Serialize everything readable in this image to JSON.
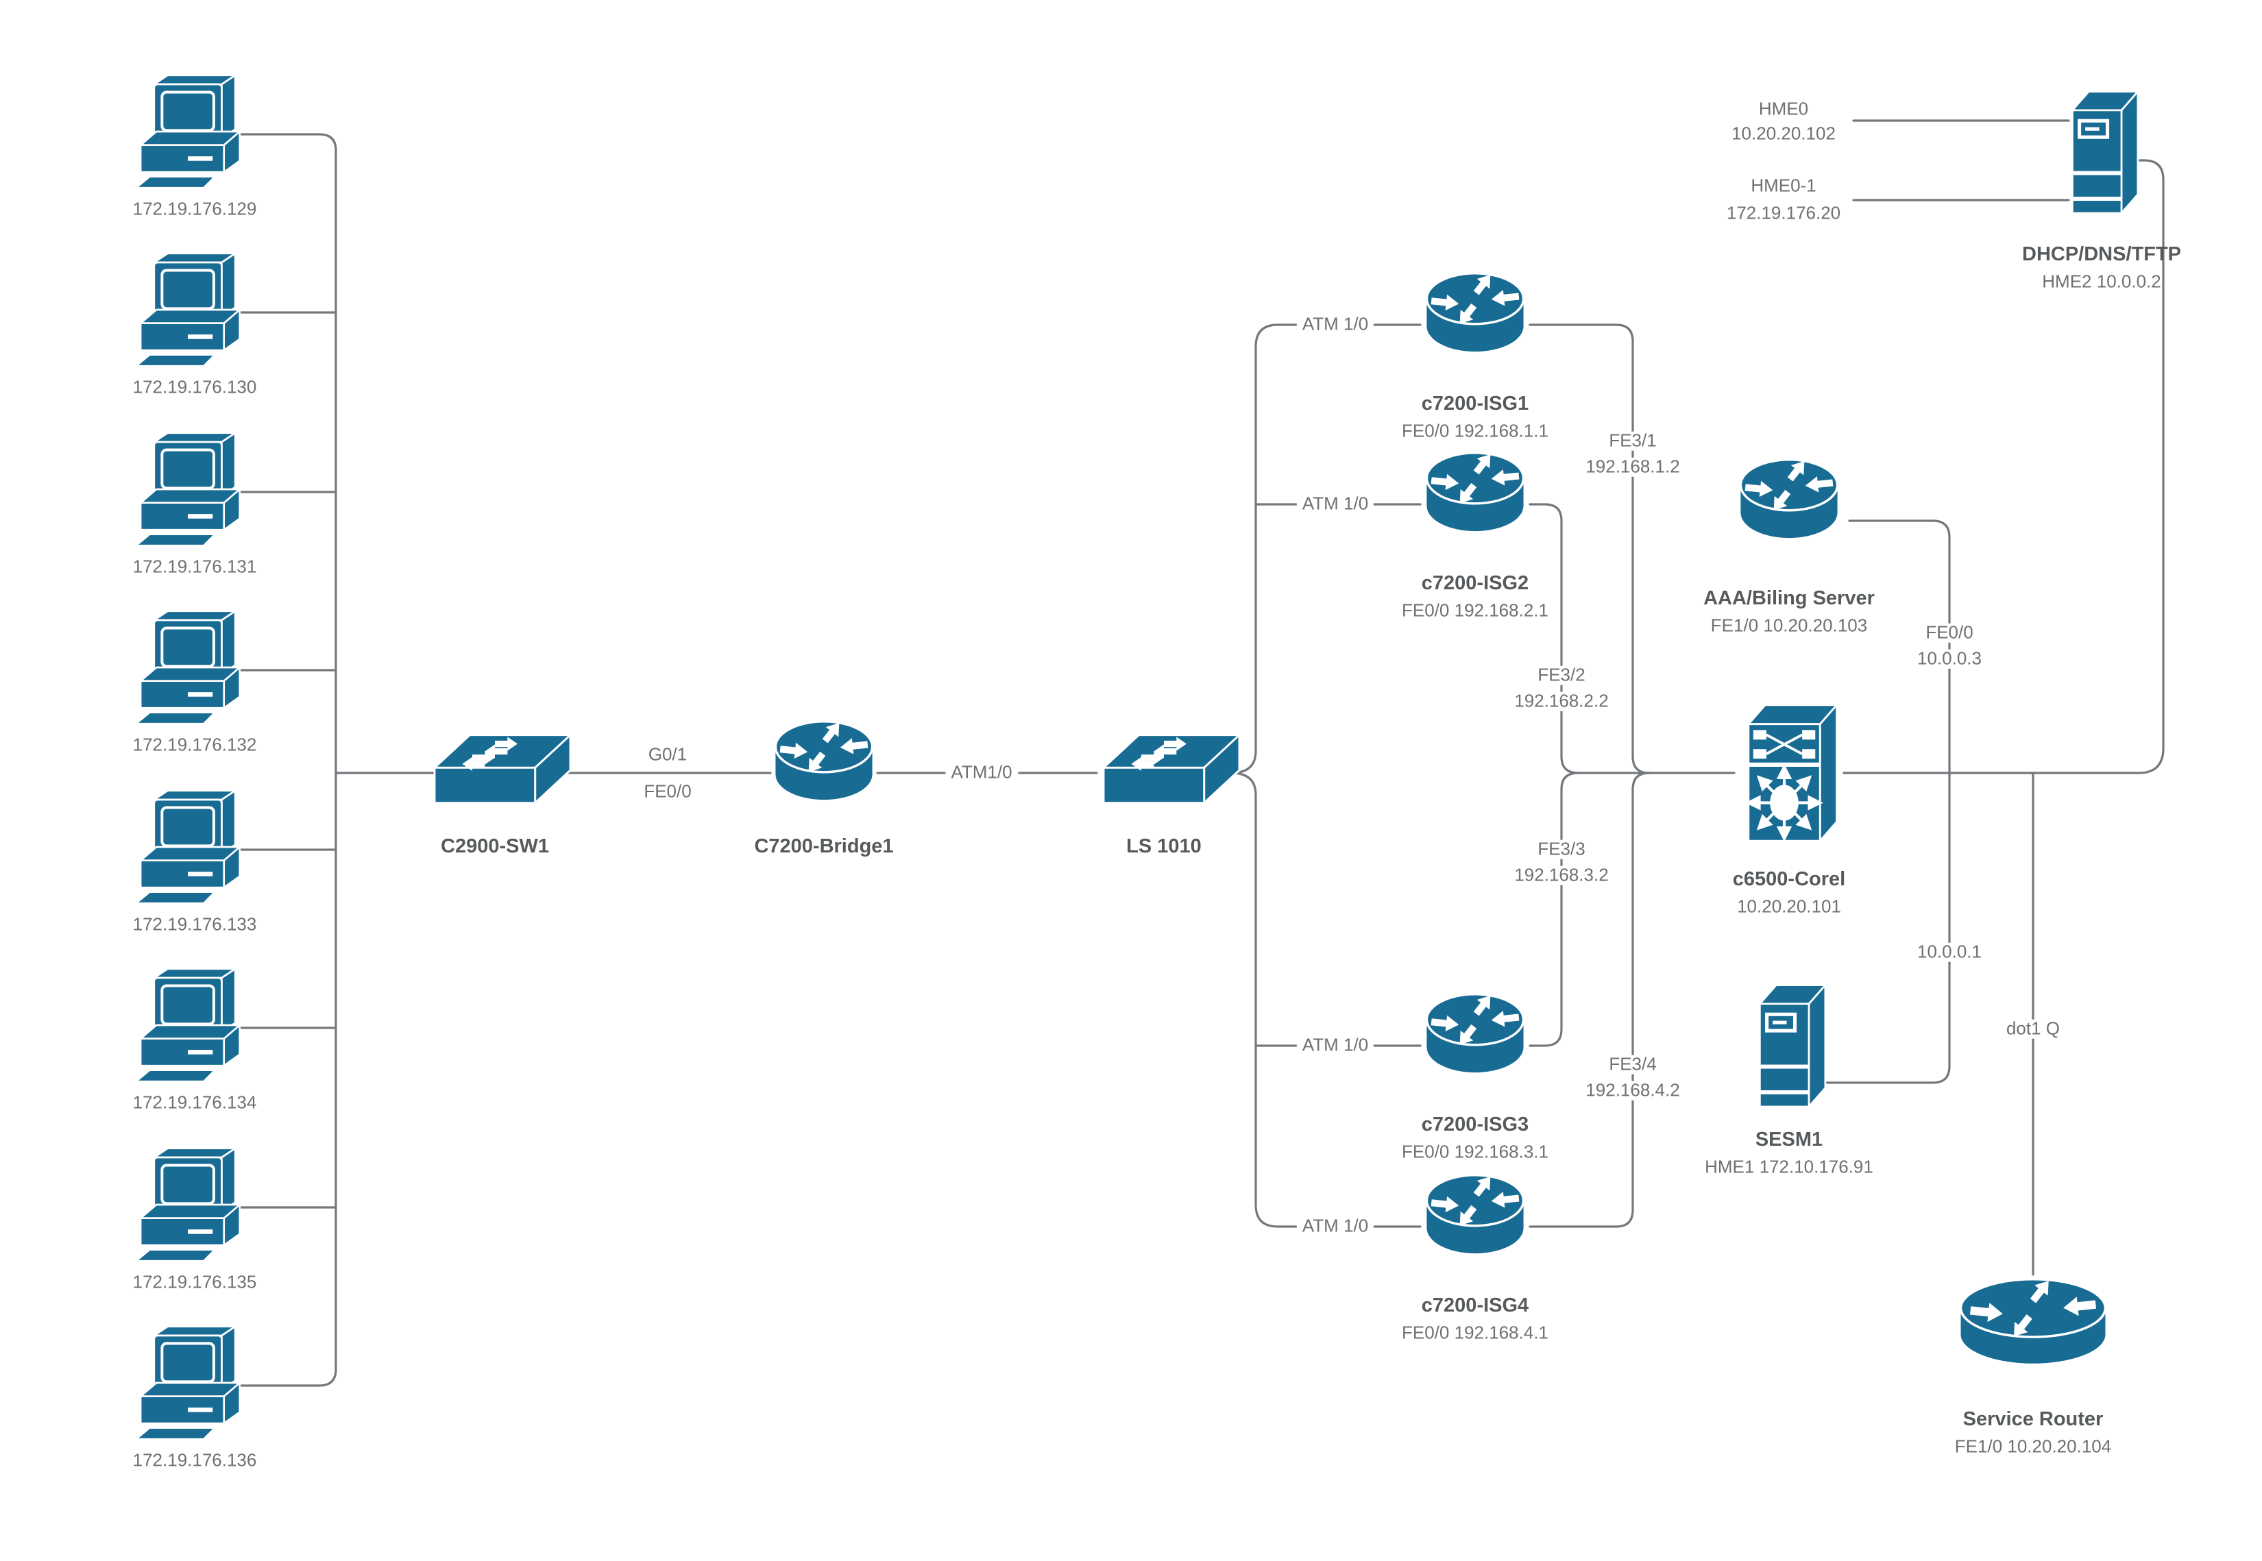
{
  "colors": {
    "node_blue": "#186b93",
    "line_gray": "#74787c",
    "label_gray": "#6e7072"
  },
  "workstations": [
    {
      "ip": "172.19.176.129"
    },
    {
      "ip": "172.19.176.130"
    },
    {
      "ip": "172.19.176.131"
    },
    {
      "ip": "172.19.176.132"
    },
    {
      "ip": "172.19.176.133"
    },
    {
      "ip": "172.19.176.134"
    },
    {
      "ip": "172.19.176.135"
    },
    {
      "ip": "172.19.176.136"
    }
  ],
  "core_path": {
    "access_switch": {
      "name": "C2900-SW1"
    },
    "uplink_labels": {
      "g01": "G0/1",
      "fe00": "FE0/0"
    },
    "bridge": {
      "name": "C7200-Bridge1"
    },
    "atm_label": "ATM1/0",
    "atm_switch": {
      "name": "LS 1010"
    }
  },
  "isg_routers": [
    {
      "name": "c7200-ISG1",
      "interface": "FE0/0 192.168.1.1",
      "atm_label": "ATM 1/0",
      "uplink": {
        "port": "FE3/1",
        "ip": "192.168.1.2"
      }
    },
    {
      "name": "c7200-ISG2",
      "interface": "FE0/0 192.168.2.1",
      "atm_label": "ATM 1/0",
      "uplink": {
        "port": "FE3/2",
        "ip": "192.168.2.2"
      }
    },
    {
      "name": "c7200-ISG3",
      "interface": "FE0/0 192.168.3.1",
      "atm_label": "ATM 1/0",
      "uplink": {
        "port": "FE3/3",
        "ip": "192.168.3.2"
      }
    },
    {
      "name": "c7200-ISG4",
      "interface": "FE0/0 192.168.4.1",
      "atm_label": "ATM 1/0",
      "uplink": {
        "port": "FE3/4",
        "ip": "192.168.4.2"
      }
    }
  ],
  "right_side": {
    "aaa": {
      "name": "AAA/Biling Server",
      "interface": "FE1/0 10.20.20.103"
    },
    "core_switch": {
      "name": "c6500-Corel",
      "ip": "10.20.20.101"
    },
    "sesm": {
      "name": "SESM1",
      "interface": "HME1 172.10.176.91"
    },
    "dhcp": {
      "name": "DHCP/DNS/TFTP",
      "interface": "HME2 10.0.0.2",
      "links": [
        {
          "port": "HME0",
          "ip": "10.20.20.102"
        },
        {
          "port": "HME0-1",
          "ip": "172.19.176.20"
        }
      ]
    },
    "service_router": {
      "name": "Service Router",
      "interface": "FE1/0 10.20.20.104"
    },
    "link_labels": {
      "fe00": "FE0/0",
      "ip_a": "10.0.0.3",
      "ip_b": "10.0.0.1",
      "dot1q": "dot1 Q"
    }
  }
}
